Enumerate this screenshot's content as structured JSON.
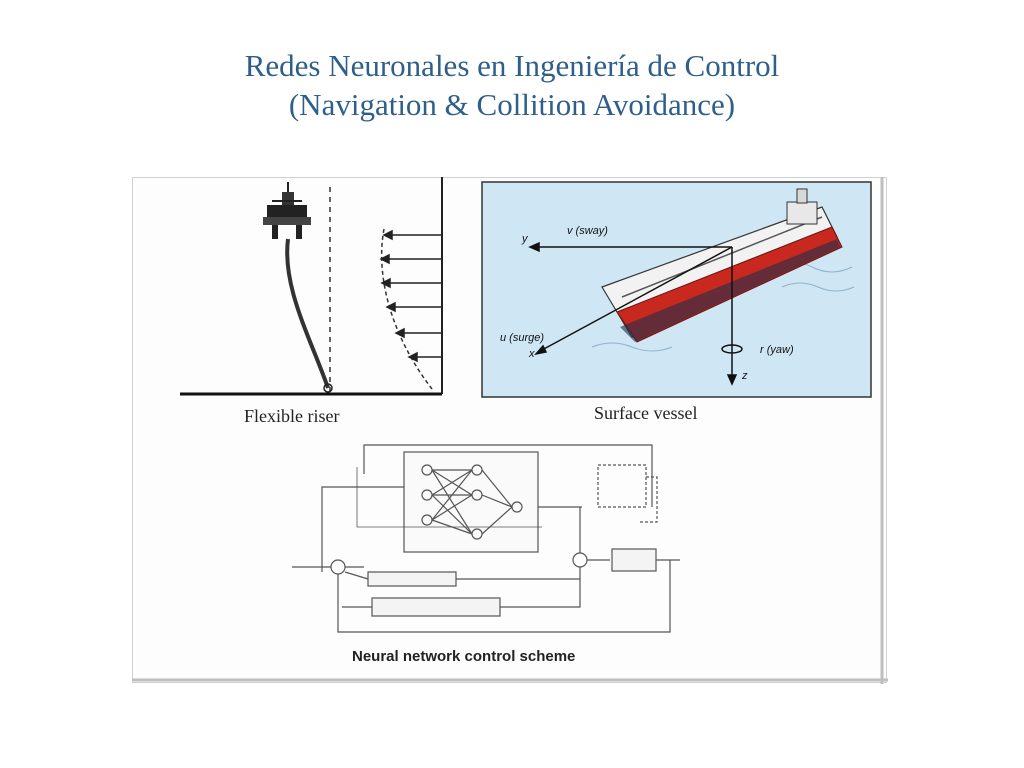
{
  "slide": {
    "title_line1": "Redes Neuronales en Ingeniería de Control",
    "title_line2": "(Navigation & Collition Avoidance)"
  },
  "figure": {
    "riser_caption": "Flexible riser",
    "vessel_caption": "Surface vessel",
    "scheme_caption": "Neural network control scheme",
    "vessel_labels": {
      "sway": "v (sway)",
      "y_axis": "y",
      "surge": "u (surge)",
      "x_axis": "x",
      "yaw": "r (yaw)",
      "z_axis": "z"
    }
  },
  "colors": {
    "title": "#2e5f8a",
    "vessel_background": "#cfe6f5",
    "hull_red": "#c8281e"
  }
}
